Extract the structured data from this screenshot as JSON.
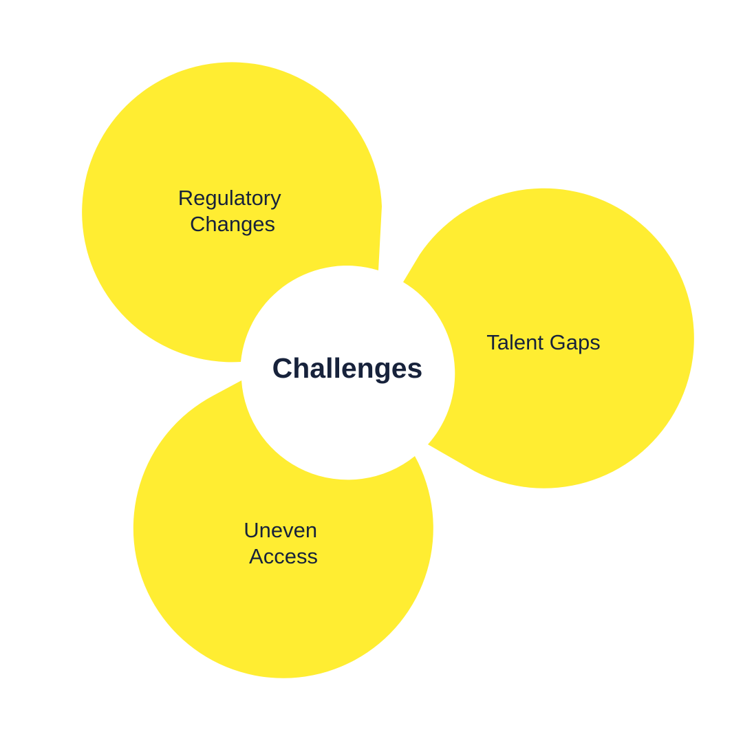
{
  "diagram": {
    "center": {
      "label": "Challenges"
    },
    "petals": [
      {
        "id": "regulatory",
        "lines": [
          "Regulatory",
          "Changes"
        ]
      },
      {
        "id": "talent",
        "lines": [
          "Talent Gaps"
        ]
      },
      {
        "id": "access",
        "lines": [
          "Uneven",
          "Access"
        ]
      }
    ]
  },
  "colors": {
    "petal": "#ffed32",
    "text": "#17223b",
    "background": "#ffffff"
  }
}
